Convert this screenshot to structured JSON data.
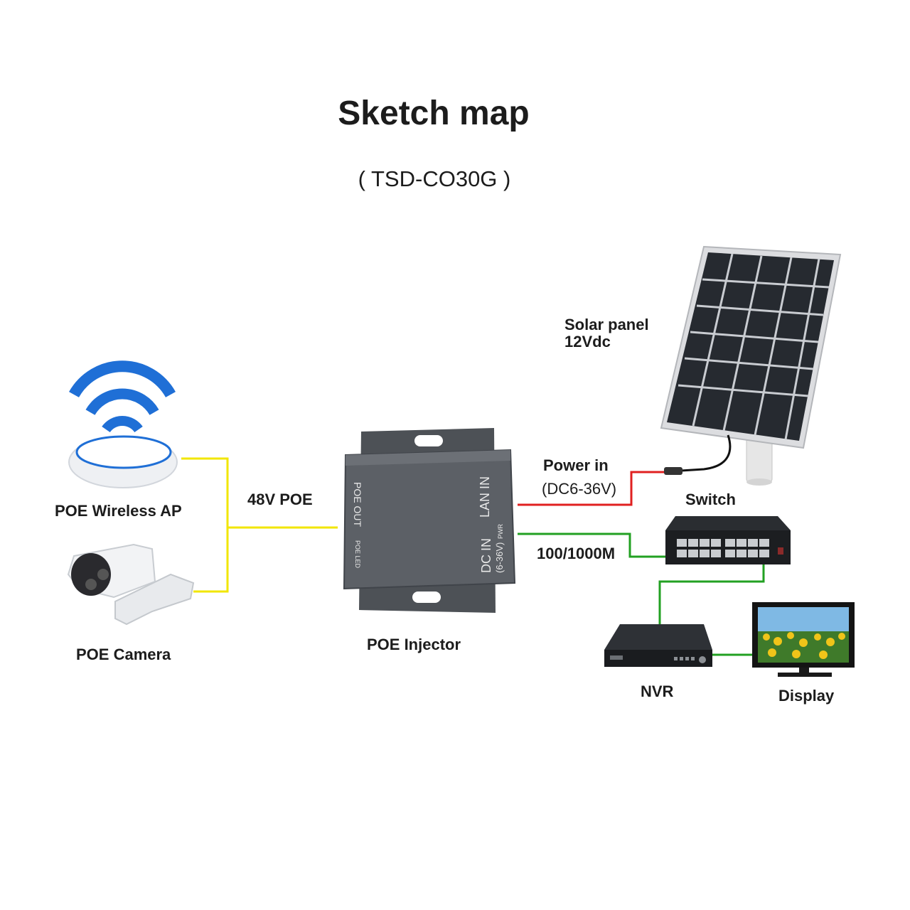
{
  "title": "Sketch map",
  "subtitle": "( TSD-CO30G )",
  "labels": {
    "solar_panel": "Solar panel",
    "solar_voltage": "12Vdc",
    "power_in": "Power in",
    "power_range": "(DC6-36V)",
    "switch": "Switch",
    "speed": "100/1000M",
    "poe_48v": "48V POE",
    "wireless_ap": "POE Wireless AP",
    "camera": "POE Camera",
    "injector": "POE Injector",
    "nvr": "NVR",
    "display": "Display"
  },
  "injector_markings": {
    "poe_out": "POE OUT",
    "poe_led": "POE LED",
    "lan_in": "LAN IN",
    "dc_in": "DC IN",
    "dc_range": "(6-36V)",
    "pwr": "PWR"
  },
  "colors": {
    "poe_line": "#f2e600",
    "power_line": "#e02020",
    "data_line": "#22a022",
    "device_body": "#55595e",
    "wifi_blue": "#1f6fd6"
  }
}
